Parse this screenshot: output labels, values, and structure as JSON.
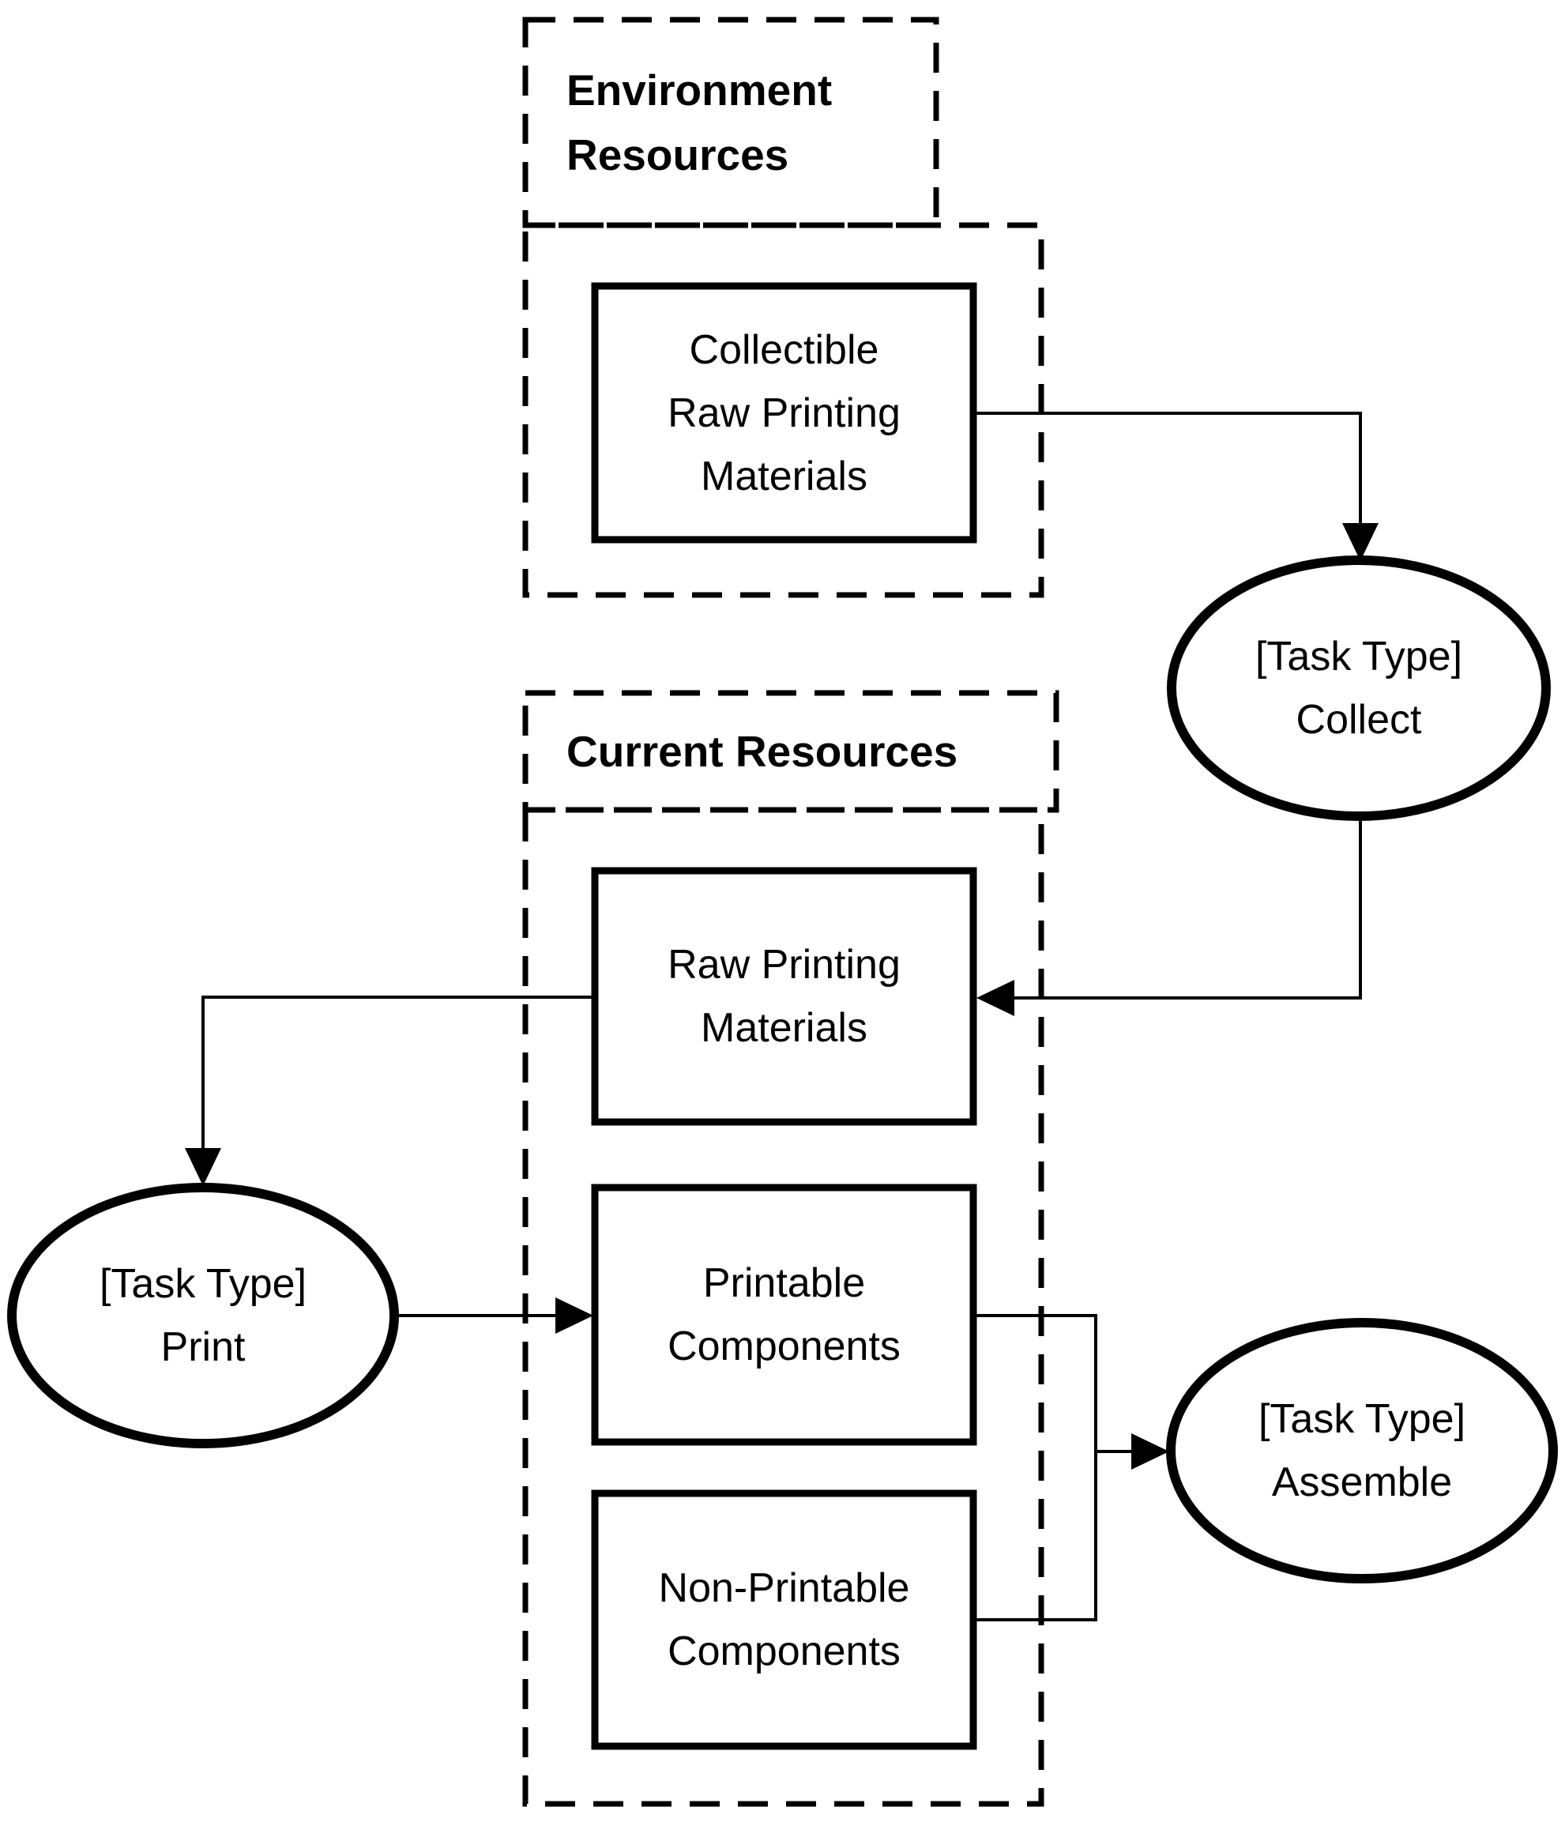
{
  "diagram": {
    "colors": {
      "ink": "#000000",
      "background": "#ffffff"
    },
    "groups": {
      "environment": {
        "title_line1": "Environment",
        "title_line2": "Resources"
      },
      "current": {
        "title": "Current Resources"
      }
    },
    "nodes": {
      "collectible_raw_printing_materials": {
        "lines": [
          "Collectible",
          "Raw Printing",
          "Materials"
        ]
      },
      "raw_printing_materials": {
        "lines": [
          "Raw Printing",
          "Materials"
        ]
      },
      "printable_components": {
        "lines": [
          "Printable",
          "Components"
        ]
      },
      "non_printable_components": {
        "lines": [
          "Non-Printable",
          "Components"
        ]
      },
      "task_collect": {
        "lines": [
          "[Task Type]",
          "Collect"
        ]
      },
      "task_print": {
        "lines": [
          "[Task Type]",
          "Print"
        ]
      },
      "task_assemble": {
        "lines": [
          "[Task Type]",
          "Assemble"
        ]
      }
    }
  }
}
